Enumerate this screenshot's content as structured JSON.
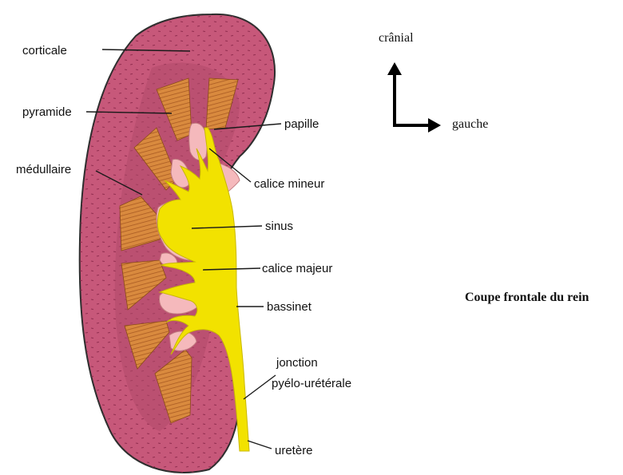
{
  "colors": {
    "cortex": "#c7587a",
    "medulla": "#b04a6a",
    "pyramid": "#d98a3e",
    "pyramid_stripe": "#a85a22",
    "pelvis": "#f2e200",
    "pelvis_edge": "#d6c600",
    "sinus": "#f5b9bc",
    "outline": "#2e2e2e"
  },
  "labels": {
    "corticale": "corticale",
    "pyramide": "pyramide",
    "medullaire": "médullaire",
    "papille": "papille",
    "calice_mineur": "calice mineur",
    "sinus": "sinus",
    "calice_majeur": "calice majeur",
    "bassinet": "bassinet",
    "jonction_1": "jonction",
    "jonction_2": "pyélo-urétérale",
    "uretere": "uretère"
  },
  "orientation": {
    "cranial": "crânial",
    "left": "gauche"
  },
  "caption": "Coupe frontale du rein"
}
